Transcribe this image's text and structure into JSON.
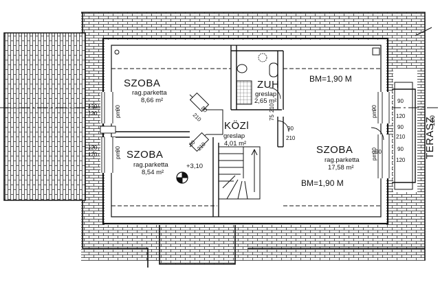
{
  "rooms": {
    "szoba1": {
      "name": "SZOBA",
      "floor": "rag.parketta",
      "area": "8,66 m²"
    },
    "szoba2": {
      "name": "SZOBA",
      "floor": "rag.parketta",
      "area": "8,54 m²"
    },
    "szoba3": {
      "name": "SZOBA",
      "floor": "rag.parketta",
      "area": "17,58 m²"
    },
    "zuh": {
      "name": "ZUH",
      "floor": "greslap",
      "area": "2,65 m²"
    },
    "kozl": {
      "name": "KÖZl",
      "floor": "greslap",
      "area": "4,01 m²"
    }
  },
  "bm": {
    "top": "BM=1,90 M",
    "bottom": "BM=1,90 M"
  },
  "terrace": {
    "label": "TERASZ"
  },
  "level": {
    "mark": "+3,10"
  },
  "dims": {
    "left_win1": {
      "a": "120",
      "b": "90",
      "c": "pm"
    },
    "left_win2": {
      "a": "120",
      "b": "90",
      "c": "pm"
    },
    "mid_win1": {
      "a": "90",
      "b": "pm"
    },
    "mid_win2": {
      "a": "90",
      "b": "pm"
    },
    "right_win1": {
      "a": "90",
      "b": "pm"
    },
    "right_win2": {
      "a": "90",
      "b": "pm"
    },
    "terrace_col": [
      "90",
      "120",
      "90",
      "210",
      "90",
      "120"
    ],
    "door_zuh": {
      "a": "75",
      "b": "210"
    },
    "door_kozl": {
      "a": "90",
      "b": "210"
    },
    "door_szoba": {
      "a": "90",
      "b": "210"
    },
    "door_s1": {
      "a": "80",
      "b": "210"
    },
    "door_s2": {
      "a": "80",
      "b": "210"
    }
  }
}
